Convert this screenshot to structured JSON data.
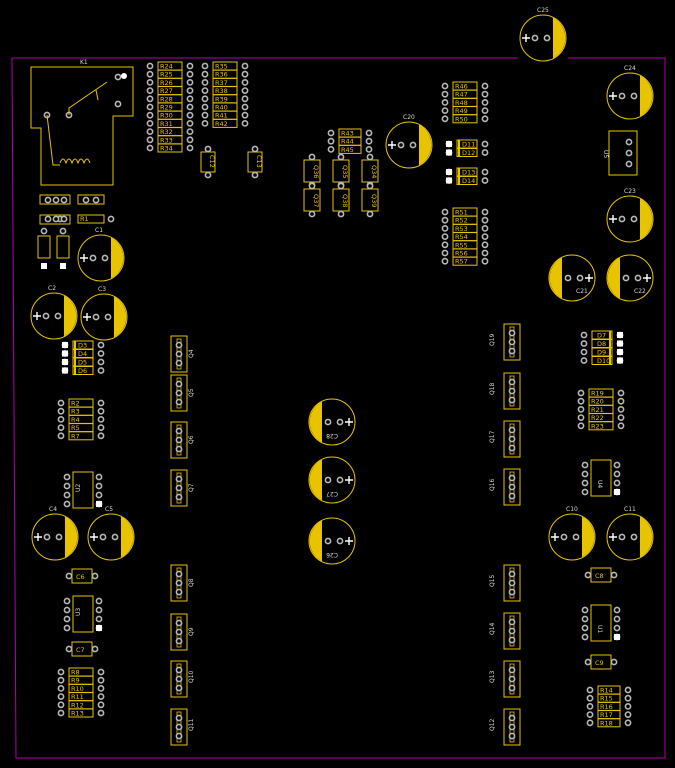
{
  "colors": {
    "background": "#000000",
    "silkscreen": "#e8c400",
    "outline": "#b000b0",
    "pad": "#b8b8b8"
  },
  "cap_labels": [
    "C25",
    "C24",
    "C23",
    "C22",
    "C21",
    "C20",
    "C1",
    "C2",
    "C3",
    "C4",
    "C5",
    "C10",
    "C11",
    "C26",
    "C27",
    "C28"
  ],
  "small_cap_labels": [
    "C6",
    "C7",
    "C8",
    "C9",
    "C12",
    "C13"
  ],
  "relay_label": "K1",
  "resistor_labels": {
    "col_a": [
      "R24",
      "R25",
      "R26",
      "R27",
      "R28",
      "R29",
      "R30",
      "R31",
      "R32",
      "R33",
      "R34"
    ],
    "col_b": [
      "R35",
      "R36",
      "R37",
      "R38",
      "R39",
      "R40",
      "R41",
      "R42"
    ],
    "center": [
      "R43",
      "R44",
      "R45"
    ],
    "right_upper": [
      "R46",
      "R47",
      "R48",
      "R49",
      "R50"
    ],
    "right_mid": [
      "R51",
      "R52",
      "R53",
      "R54",
      "R55",
      "R56",
      "R57"
    ],
    "left_mid": [
      "R2",
      "R3",
      "R4",
      "R5",
      "R7"
    ],
    "left_low": [
      "R8",
      "R9",
      "R10",
      "R11",
      "R12",
      "R13"
    ],
    "right_r19": [
      "R19",
      "R20",
      "R21",
      "R22",
      "R23"
    ],
    "right_low": [
      "R14",
      "R15",
      "R16",
      "R17",
      "R18"
    ],
    "single": "R1"
  },
  "diode_labels": {
    "left": [
      "D3",
      "D4",
      "D5",
      "D6"
    ],
    "right": [
      "D7",
      "D8",
      "D9",
      "D10"
    ],
    "center": [
      "D11",
      "D12",
      "D13",
      "D14"
    ]
  },
  "transistor_labels": {
    "left": [
      "Q4",
      "Q5",
      "Q6",
      "Q7",
      "Q8",
      "Q9",
      "Q10",
      "Q11"
    ],
    "right": [
      "Q19",
      "Q18",
      "Q17",
      "Q16",
      "Q15",
      "Q14",
      "Q13",
      "Q12"
    ],
    "center": [
      "Q36",
      "Q35",
      "Q34",
      "Q37",
      "Q38",
      "Q39"
    ]
  },
  "ic_labels": [
    "U2",
    "U3",
    "U4",
    "U1",
    "U5"
  ]
}
